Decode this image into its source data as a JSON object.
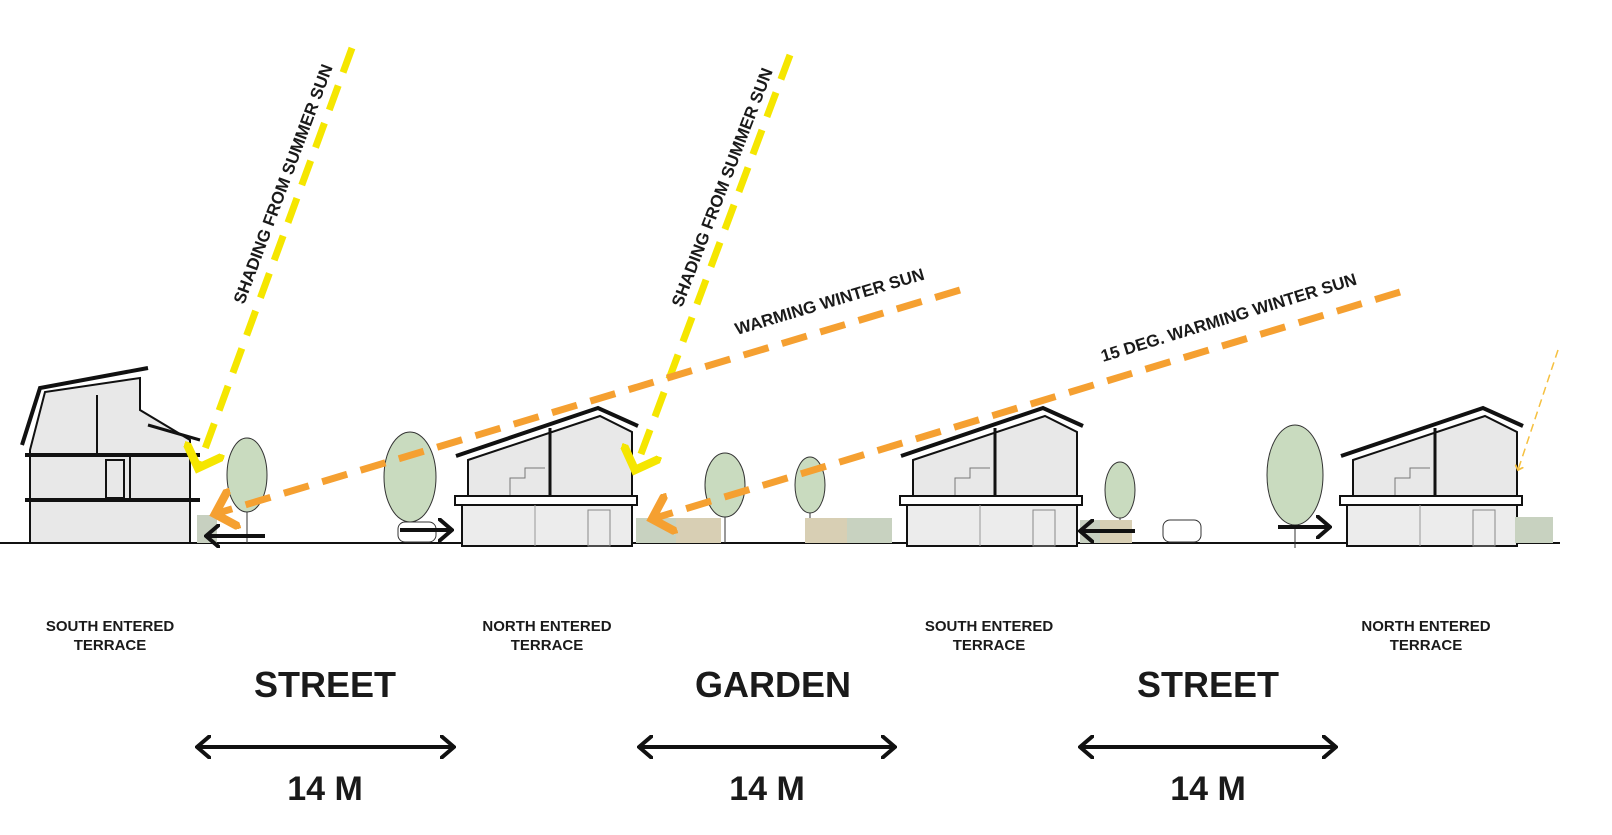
{
  "colors": {
    "summer_sun": "#f5e600",
    "winter_sun": "#f5a031",
    "tree": "#c9dbbf",
    "building": "#e8e8e8"
  },
  "sun_labels": {
    "summer_1": "SHADING FROM SUMMER SUN",
    "summer_2": "SHADING FROM SUMMER SUN",
    "winter_1": "WARMING WINTER SUN",
    "winter_2": "15 DEG. WARMING WINTER SUN"
  },
  "buildings": [
    {
      "line1": "SOUTH ENTERED",
      "line2": "TERRACE"
    },
    {
      "line1": "NORTH ENTERED",
      "line2": "TERRACE"
    },
    {
      "line1": "SOUTH ENTERED",
      "line2": "TERRACE"
    },
    {
      "line1": "NORTH ENTERED",
      "line2": "TERRACE"
    }
  ],
  "spaces": [
    {
      "name": "STREET",
      "width": "14 M"
    },
    {
      "name": "GARDEN",
      "width": "14 M"
    },
    {
      "name": "STREET",
      "width": "14 M"
    }
  ]
}
